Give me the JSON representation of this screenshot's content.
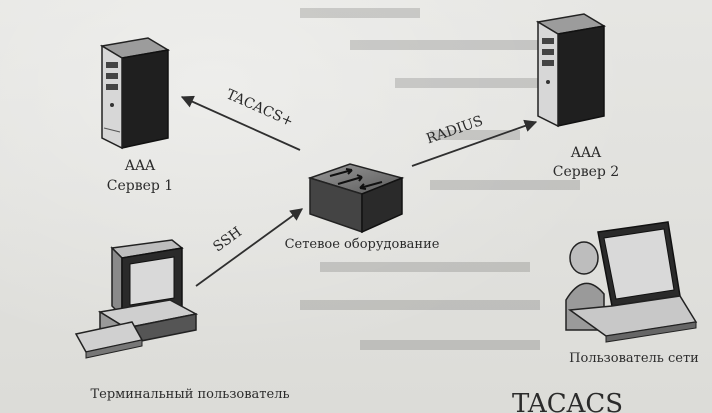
{
  "diagram": {
    "nodes": {
      "aaa_server_1": {
        "line1": "AAA",
        "line2": "Сервер 1"
      },
      "aaa_server_2": {
        "line1": "AAA",
        "line2": "Сервер 2"
      },
      "network_device": {
        "label": "Сетевое оборудование"
      },
      "terminal_user": {
        "label": "Терминальный пользователь"
      },
      "network_user": {
        "label": "Пользователь сети"
      }
    },
    "edges": {
      "tacacs": {
        "label": "TACACS+"
      },
      "radius": {
        "label": "RADIUS"
      },
      "ssh": {
        "label": "SSH"
      }
    }
  },
  "background_text": {
    "bottom_right": "TACACS"
  }
}
